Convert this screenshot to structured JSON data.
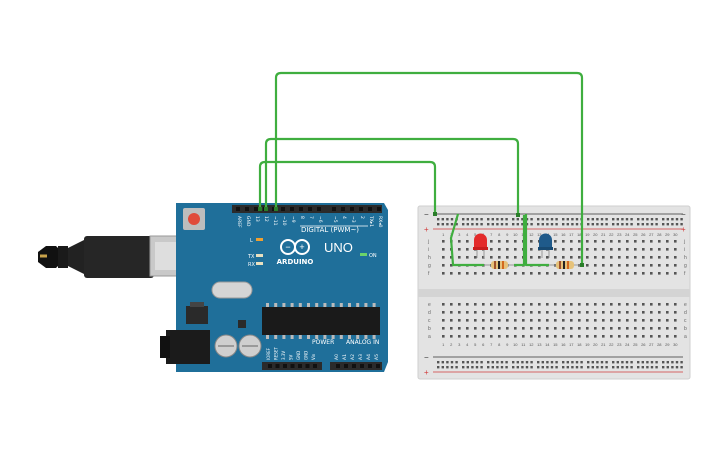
{
  "arduino": {
    "title_uno": "UNO",
    "brand": "ARDUINO",
    "digital_header": "DIGITAL (PWM~)",
    "power_header": "POWER",
    "analog_header": "ANALOG IN",
    "on_label": "ON",
    "l_label": "L",
    "tx_label": "TX",
    "rx_label": "RX",
    "top_pins": [
      "AREF",
      "GND",
      "13",
      "12",
      "~11",
      "~10",
      "~9",
      "8",
      "7",
      "~6",
      "~5",
      "4",
      "~3",
      "2",
      "TX▸1",
      "RX◂0"
    ],
    "power_pins": [
      "IOREF",
      "RESET",
      "3.3V",
      "5V",
      "GND",
      "GND",
      "Vin"
    ],
    "analog_pins": [
      "A0",
      "A1",
      "A2",
      "A3",
      "A4",
      "A5"
    ]
  },
  "breadboard": {
    "row_letters_top": [
      "j",
      "i",
      "h",
      "g",
      "f"
    ],
    "row_letters_bottom": [
      "e",
      "d",
      "c",
      "b",
      "a"
    ],
    "column_numbers": [
      "1",
      "2",
      "3",
      "4",
      "5",
      "6",
      "7",
      "8",
      "9",
      "10",
      "11",
      "12",
      "13",
      "14",
      "15",
      "16",
      "17",
      "18",
      "19",
      "20",
      "21",
      "22",
      "23",
      "24",
      "25",
      "26",
      "27",
      "28",
      "29",
      "30"
    ],
    "rail_minus": "−",
    "rail_plus": "+"
  },
  "components": {
    "led_red_color": "#e32b2b",
    "led_blue_color": "#1f5a8a",
    "wire_color": "#3fae3f",
    "board_color": "#1f6f9a"
  }
}
